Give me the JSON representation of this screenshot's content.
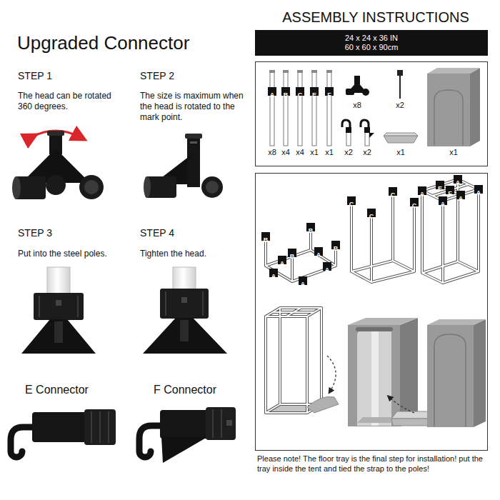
{
  "diagram": {
    "nodes": [
      {
        "text": [
          "24 x 24 x 36 IN",
          "60 x 60 x 90cm"
        ]
      },
      {
        "text": [
          "x8",
          "x2",
          "x8",
          "x4",
          "x4",
          "x1",
          "x1",
          "x2",
          "x2",
          "x1",
          "x1"
        ]
      },
      {
        "text": [
          "A"
        ],
        "in": 1
      },
      {
        "text": [
          "B"
        ],
        "in": 1
      },
      {
        "text": [
          "C"
        ],
        "in": 1
      },
      {
        "text": [
          "E"
        ],
        "in": 1
      },
      {
        "text": [
          "F"
        ],
        "in": 1
      },
      {
        "text": [
          "B"
        ]
      },
      {
        "text": [
          "B"
        ]
      },
      {
        "text": [
          "B"
        ]
      },
      {
        "text": [
          "B"
        ]
      },
      {
        "text": [
          "A"
        ]
      },
      {
        "text": [
          "A"
        ]
      },
      {
        "text": [
          "A"
        ]
      },
      {
        "text": [
          "A"
        ]
      },
      {
        "text": [
          "A"
        ]
      },
      {
        "text": [
          "C"
        ]
      },
      {
        "text": [
          "C"
        ]
      },
      {
        "text": [
          "C"
        ]
      },
      {
        "text": [
          "C"
        ]
      },
      {
        "text": [
          "A"
        ]
      },
      {
        "text": [
          "A"
        ]
      },
      {
        "text": [
          "E"
        ]
      },
      {
        "text": [
          "F"
        ]
      },
      {
        "text": [
          "A"
        ]
      },
      {
        "text": [
          "A"
        ]
      },
      {
        "text": [
          "A"
        ]
      }
    ],
    "labels": [
      "Upgraded Connector",
      "STEP 1",
      "The head can be rotated 360 degrees.",
      "STEP 2",
      "The size is maximum when the head is rotated to the mark point.",
      "STEP 3",
      "Put into the steel poles.",
      "STEP 4",
      "Tighten the head.",
      "E Connector",
      "F Connector",
      "ASSEMBLY INSTRUCTIONS",
      "Please note! The floor tray is the final step for installation! put the tray inside the tent and tied the strap to the poles!"
    ]
  }
}
